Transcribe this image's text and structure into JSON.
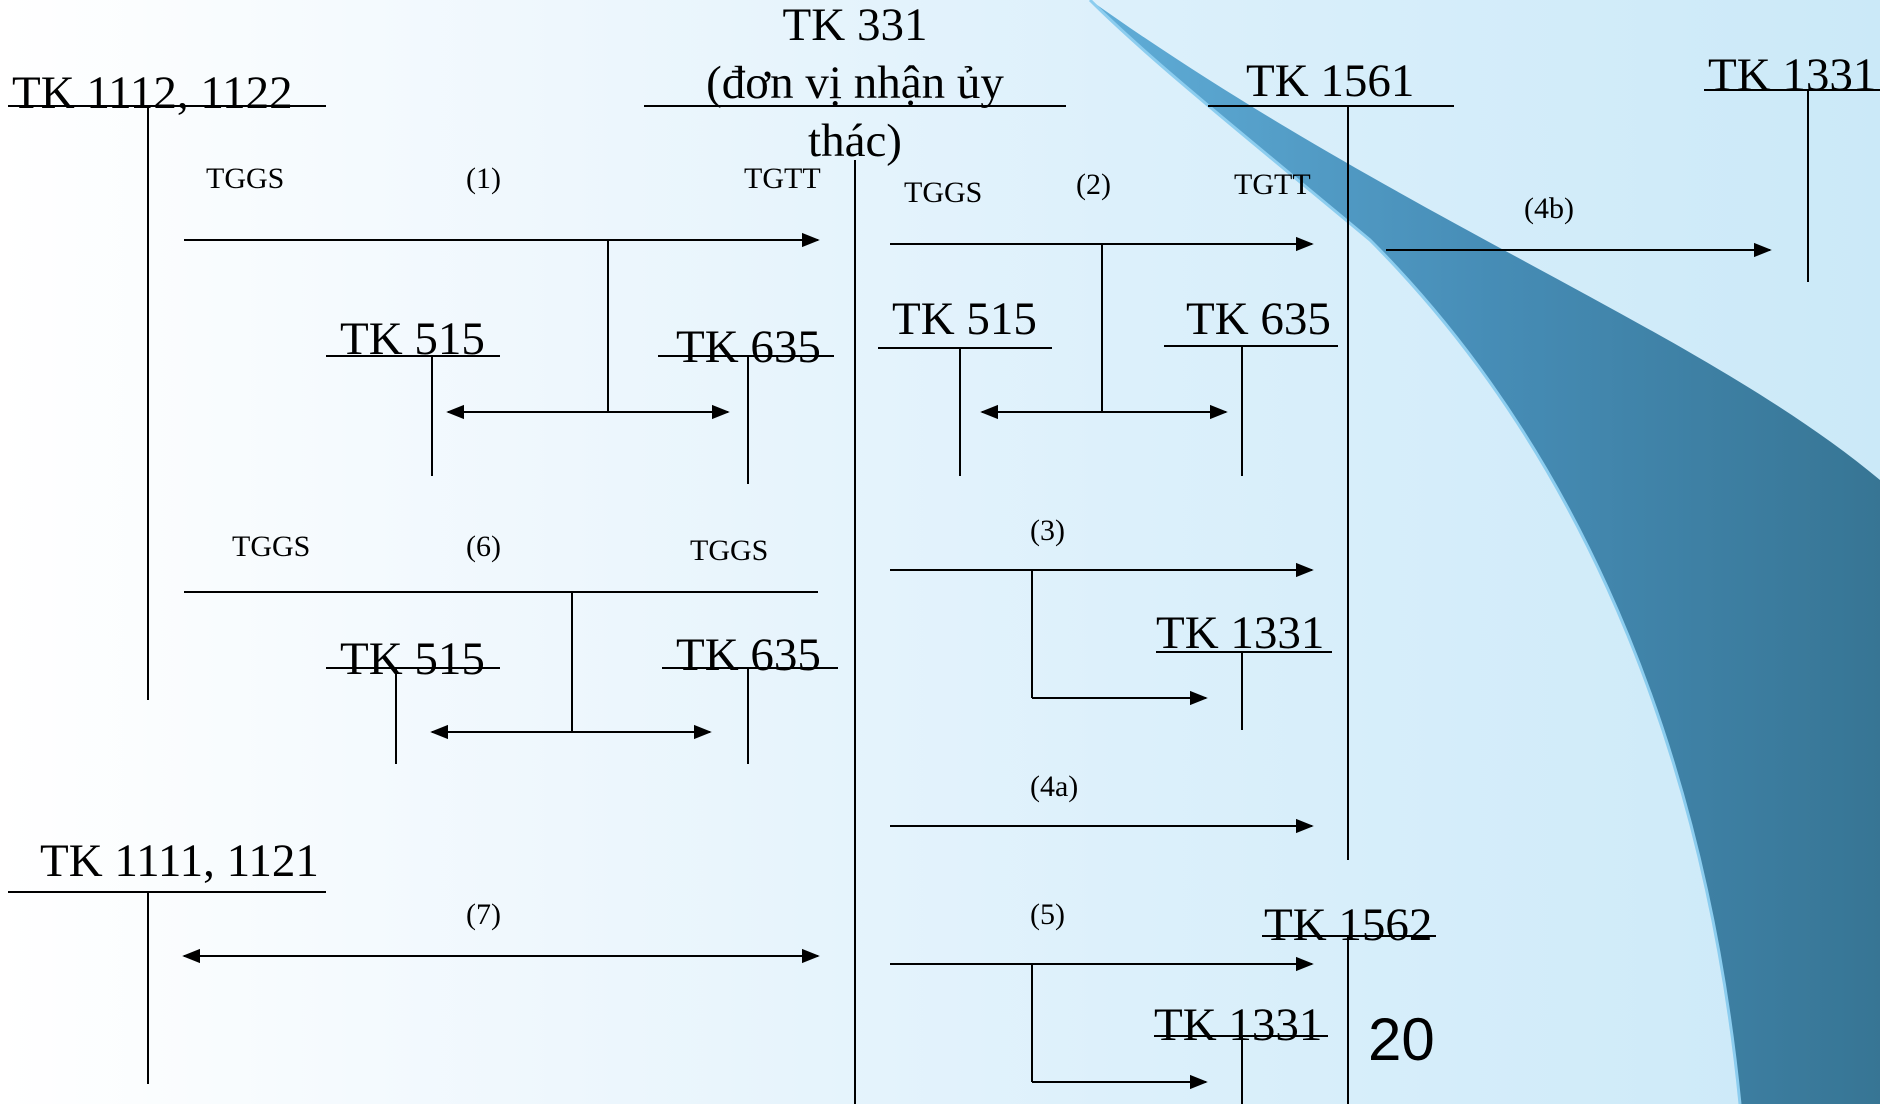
{
  "slide": {
    "page_number": "20",
    "colors": {
      "swoosh_dark": "#2f6f8f",
      "swoosh_light": "#5aaad6",
      "bg_light": "#eef7fd"
    }
  },
  "accounts": {
    "tk_1112_1122": "TK 1112, 1122",
    "tk_331_line1": "TK 331",
    "tk_331_line2": "(đơn vị nhận ủy",
    "tk_331_line3": "thác)",
    "tk_1561": "TK 1561",
    "tk_1331_top": "TK 1331",
    "tk_515_a": "TK 515",
    "tk_635_a": "TK 635",
    "tk_515_b": "TK 515",
    "tk_635_b": "TK 635",
    "tk_515_c": "TK 515",
    "tk_635_c": "TK 635",
    "tk_1331_mid": "TK 1331",
    "tk_1111_1121": "TK 1111, 1121",
    "tk_1562": "TK 1562",
    "tk_1331_bottom": "TK 1331"
  },
  "labels": {
    "tggs_1": "TGGS",
    "step_1": "(1)",
    "tgtt_1": "TGTT",
    "tggs_2": "TGGS",
    "step_2": "(2)",
    "tgtt_2": "TGTT",
    "step_4b": "(4b)",
    "tggs_6a": "TGGS",
    "step_6": "(6)",
    "tggs_6b": "TGGS",
    "step_3": "(3)",
    "step_4a": "(4a)",
    "step_7": "(7)",
    "step_5": "(5)"
  }
}
